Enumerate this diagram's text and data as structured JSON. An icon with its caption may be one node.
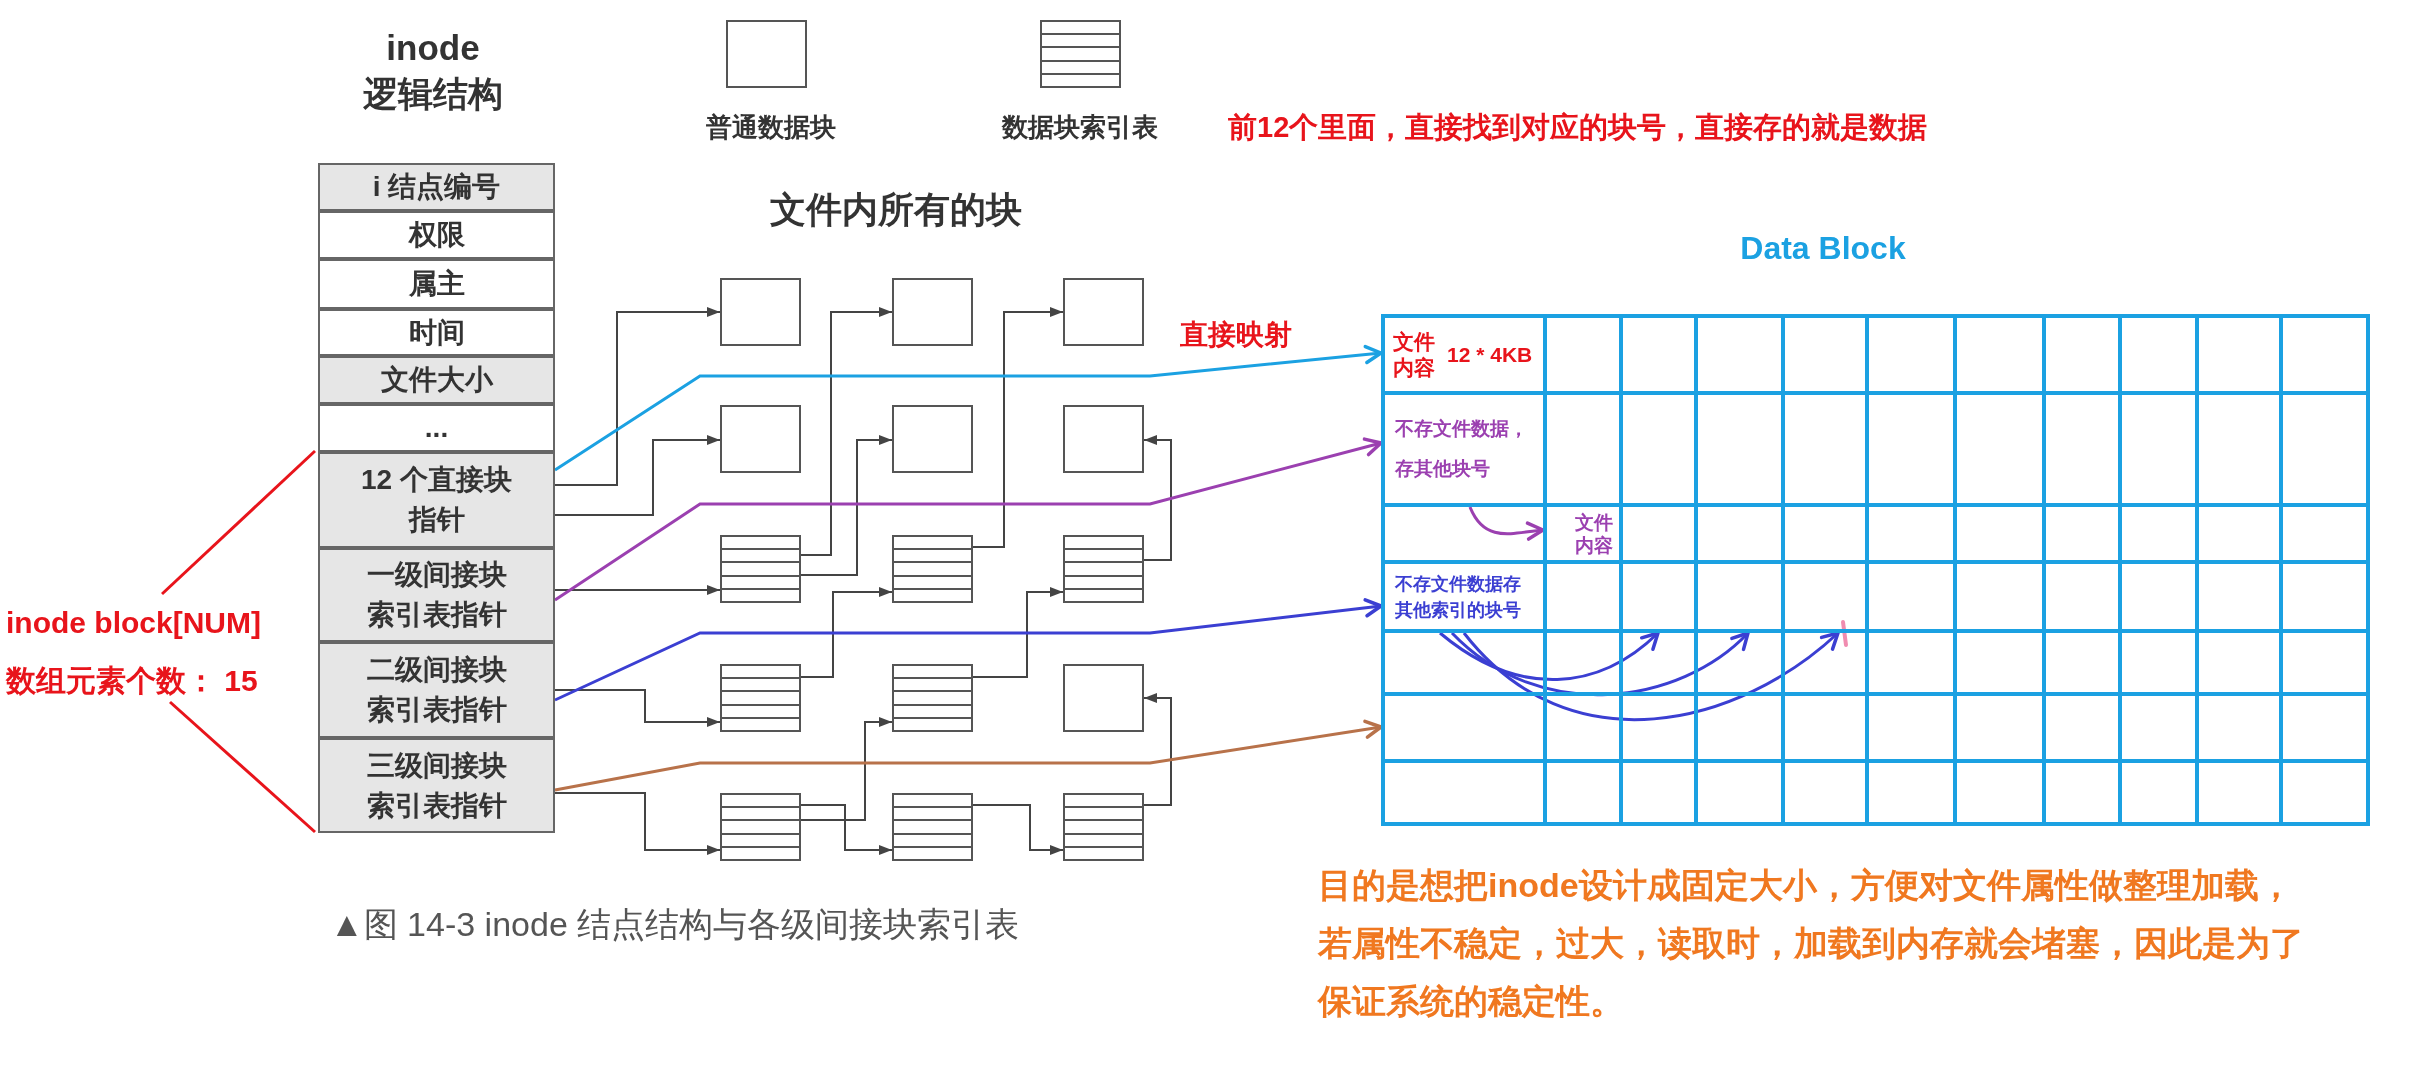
{
  "diagram": {
    "caption": "▲图 14-3 inode 结点结构与各级间接块索引表",
    "nodes": [
      {
        "text": [
          "inode 逻辑结构"
        ]
      },
      {
        "text": [
          "i 结点编号"
        ],
        "in": 0
      },
      {
        "text": [
          "权限"
        ],
        "in": 0
      },
      {
        "text": [
          "属主"
        ],
        "in": 0
      },
      {
        "text": [
          "时间"
        ],
        "in": 0
      },
      {
        "text": [
          "文件大小"
        ],
        "in": 0
      },
      {
        "text": [
          "..."
        ],
        "in": 0
      },
      {
        "text": [
          "12 个直接块指针"
        ],
        "in": 0
      },
      {
        "text": [
          "一级间接块索引表指针"
        ],
        "in": 0
      },
      {
        "text": [
          "二级间接块索引表指针"
        ],
        "in": 0
      },
      {
        "text": [
          "三级间接块索引表指针"
        ],
        "in": 0
      },
      {
        "text": [],
        "shape": "box"
      },
      {
        "text": [],
        "shape": "box"
      },
      {
        "text": [],
        "shape": "box"
      },
      {
        "text": [],
        "shape": "box"
      },
      {
        "text": [],
        "shape": "box"
      },
      {
        "text": [],
        "shape": "box"
      },
      {
        "text": [],
        "shape": "table"
      },
      {
        "text": [],
        "shape": "table"
      },
      {
        "text": [],
        "shape": "table"
      },
      {
        "text": [],
        "shape": "table"
      },
      {
        "text": [],
        "shape": "table"
      },
      {
        "text": [],
        "shape": "box"
      },
      {
        "text": [],
        "shape": "table"
      },
      {
        "text": [],
        "shape": "table"
      },
      {
        "text": [],
        "shape": "table"
      },
      {
        "text": [
          "Data Block"
        ]
      },
      {
        "text": [
          "文件内容",
          "12 * 4KB"
        ],
        "in": 26
      },
      {
        "text": [
          "不存文件数据，存其他块号"
        ],
        "in": 26
      },
      {
        "text": [
          "文件内容"
        ],
        "in": 26
      },
      {
        "text": [
          "不存文件数据存其他索引的块号"
        ],
        "in": 26
      }
    ],
    "edges": [
      {
        "from": 7,
        "to": 11,
        "arrow": "to"
      },
      {
        "from": 7,
        "to": 14,
        "arrow": "to"
      },
      {
        "from": 8,
        "to": 17,
        "arrow": "to"
      },
      {
        "from": 17,
        "to": 12,
        "arrow": "to"
      },
      {
        "from": 17,
        "to": 15,
        "arrow": "to"
      },
      {
        "from": 9,
        "to": 20,
        "arrow": "to"
      },
      {
        "from": 20,
        "to": 18,
        "arrow": "to"
      },
      {
        "from": 18,
        "to": 13,
        "arrow": "to"
      },
      {
        "from": 21,
        "to": 19,
        "arrow": "to"
      },
      {
        "from": 19,
        "to": 16,
        "arrow": "to"
      },
      {
        "from": 10,
        "to": 23,
        "arrow": "to"
      },
      {
        "from": 23,
        "to": 24,
        "arrow": "to"
      },
      {
        "from": 23,
        "to": 21,
        "arrow": "to"
      },
      {
        "from": 24,
        "to": 25,
        "arrow": "to"
      },
      {
        "from": 25,
        "to": 22,
        "arrow": "to"
      },
      {
        "from": 7,
        "to": 27,
        "arrow": "to",
        "label": "直接映射",
        "color": "#1ba1e2"
      },
      {
        "from": 8,
        "to": 28,
        "arrow": "to",
        "color": "#9b40b0"
      },
      {
        "from": 9,
        "to": 30,
        "arrow": "to",
        "color": "#3b3fd2"
      },
      {
        "from": 10,
        "to": 26,
        "arrow": "to",
        "color": "#b8724a"
      },
      {
        "from": 28,
        "to": 29,
        "arrow": "to",
        "color": "#9b40b0"
      },
      {
        "from": 30,
        "to": null,
        "arrow": "to",
        "color": "#3b3fd2"
      },
      {
        "from": 30,
        "to": null,
        "arrow": "to",
        "color": "#3b3fd2"
      },
      {
        "from": 30,
        "to": null,
        "arrow": "to",
        "color": "#3b3fd2"
      }
    ],
    "labels": [
      "前12个里面，直接找到对应的块号，直接存的就是数据",
      "文件内所有的块",
      "inode block[NUM]",
      "数组元素个数： 15",
      "目的是想把inode设计成固定大小，方便对文件属性做整理加载，若属性不稳定，过大，读取时，加载到内存就会堵塞，因此是为了保证系统的稳定性。"
    ],
    "legend": [
      {
        "text": "普通数据块"
      },
      {
        "text": "数据块索引表"
      }
    ]
  }
}
